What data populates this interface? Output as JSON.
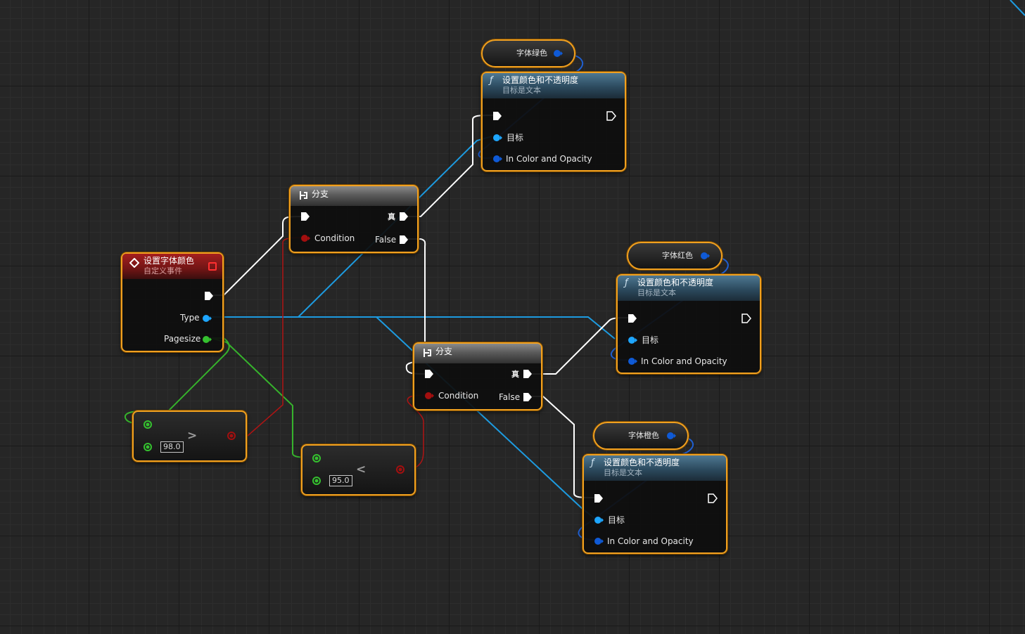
{
  "colors": {
    "exec": "#ffffff",
    "object_pin": "#1ea6ff",
    "struct_pin": "#0f5ad6",
    "float_pin": "#35c12f",
    "bool_pin": "#a30f0f",
    "node_border": "#f0a020",
    "exec_wire": "#ffffff",
    "object_wire": "#1d9be0",
    "float_wire": "#36b32c",
    "bool_wire": "#b01414"
  },
  "event_node": {
    "title": "设置字体颜色",
    "subtitle": "自定义事件",
    "icon": "event-diamond-icon",
    "pins": {
      "type": "Type",
      "pagesize": "Pagesize"
    }
  },
  "branch_nodes": [
    {
      "title": "分支",
      "icon": "branch-icon",
      "condition": "Condition",
      "true_label": "真",
      "false_label": "False"
    },
    {
      "title": "分支",
      "icon": "branch-icon",
      "condition": "Condition",
      "true_label": "真",
      "false_label": "False"
    }
  ],
  "set_color_nodes": [
    {
      "title": "设置颜色和不透明度",
      "subtitle": "目标是文本",
      "icon": "function-icon",
      "target": "目标",
      "color_pin": "In Color and Opacity"
    },
    {
      "title": "设置颜色和不透明度",
      "subtitle": "目标是文本",
      "icon": "function-icon",
      "target": "目标",
      "color_pin": "In Color and Opacity"
    },
    {
      "title": "设置颜色和不透明度",
      "subtitle": "目标是文本",
      "icon": "function-icon",
      "target": "目标",
      "color_pin": "In Color and Opacity"
    }
  ],
  "variables": {
    "green": "字体绿色",
    "red": "字体红色",
    "orange": "字体橙色"
  },
  "compare_nodes": [
    {
      "operator": ">",
      "value": "98.0"
    },
    {
      "operator": "<",
      "value": "95.0"
    }
  ]
}
